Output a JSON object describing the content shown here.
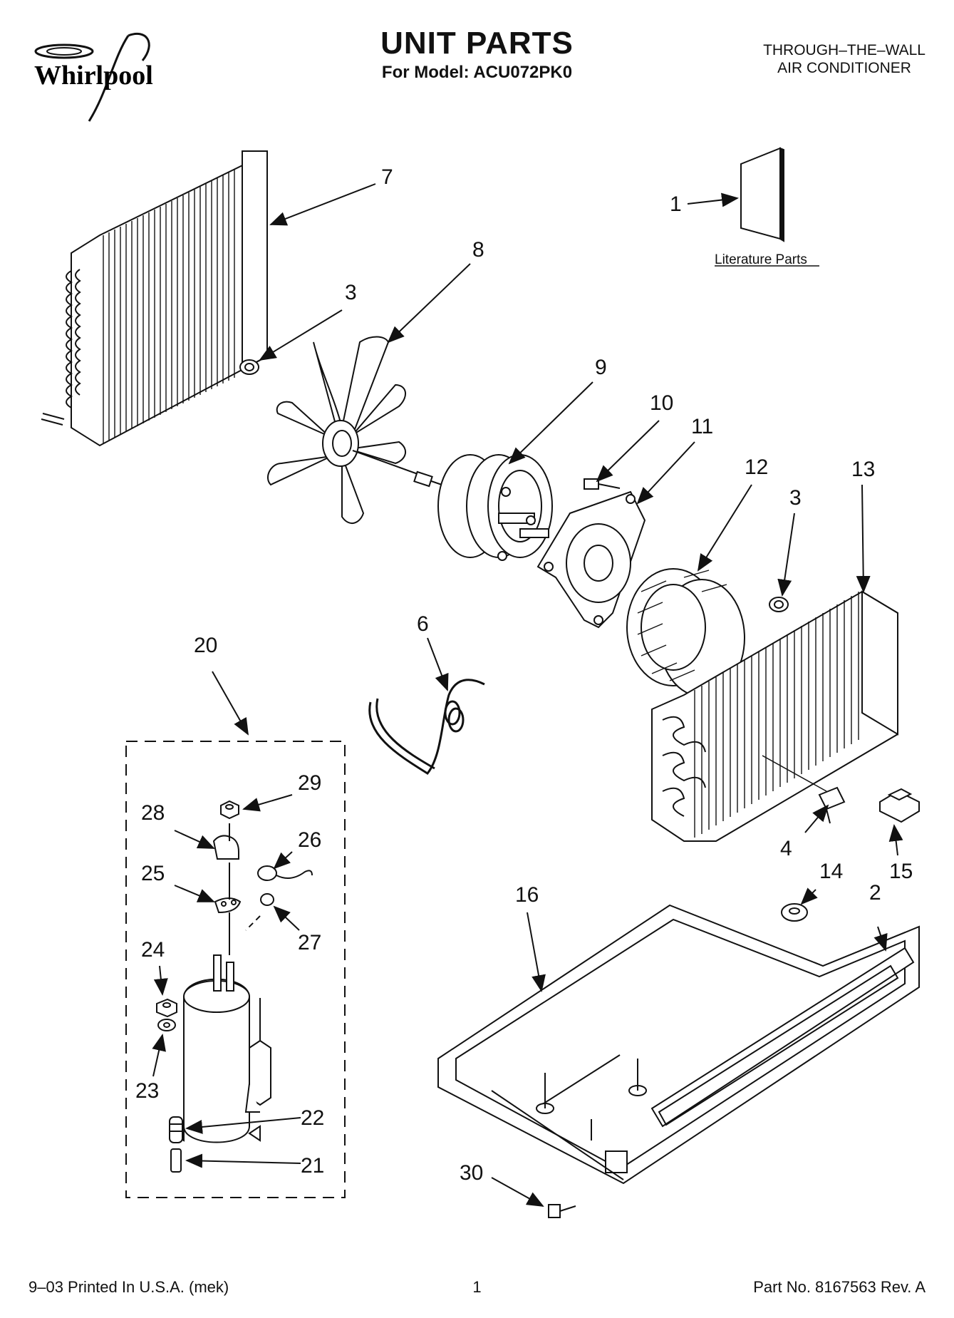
{
  "header": {
    "brand": "Whirlpool",
    "title": "UNIT PARTS",
    "model_line": "For Model: ACU072PK0",
    "product_type_line1": "THROUGH–THE–WALL",
    "product_type_line2": "AIR CONDITIONER"
  },
  "literature_label": "Literature Parts",
  "callouts": {
    "c1": "1",
    "c2": "2",
    "c3a": "3",
    "c3b": "3",
    "c4": "4",
    "c6": "6",
    "c7": "7",
    "c8": "8",
    "c9": "9",
    "c10": "10",
    "c11": "11",
    "c12": "12",
    "c13": "13",
    "c14": "14",
    "c15": "15",
    "c16": "16",
    "c20": "20",
    "c21": "21",
    "c22": "22",
    "c23": "23",
    "c24": "24",
    "c25": "25",
    "c26": "26",
    "c27": "27",
    "c28": "28",
    "c29": "29",
    "c30": "30"
  },
  "footer": {
    "print_info": "9–03 Printed In U.S.A. (mek)",
    "page_number": "1",
    "part_number": "Part No. 8167563 Rev. A"
  }
}
